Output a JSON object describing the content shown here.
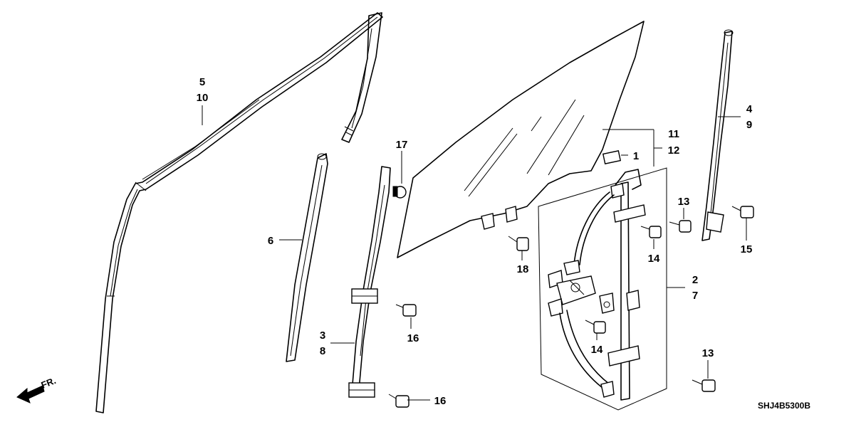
{
  "callouts": {
    "c5": "5",
    "c10": "10",
    "c6": "6",
    "c17": "17",
    "c3": "3",
    "c8": "8",
    "c16a": "16",
    "c16b": "16",
    "c18": "18",
    "c11": "11",
    "c12": "12",
    "c1": "1",
    "c4": "4",
    "c9": "9",
    "c13a": "13",
    "c13b": "13",
    "c14a": "14",
    "c14b": "14",
    "c15": "15",
    "c2": "2",
    "c7": "7"
  },
  "direction_label": "FR.",
  "diagram_code": "SHJ4B5300B"
}
